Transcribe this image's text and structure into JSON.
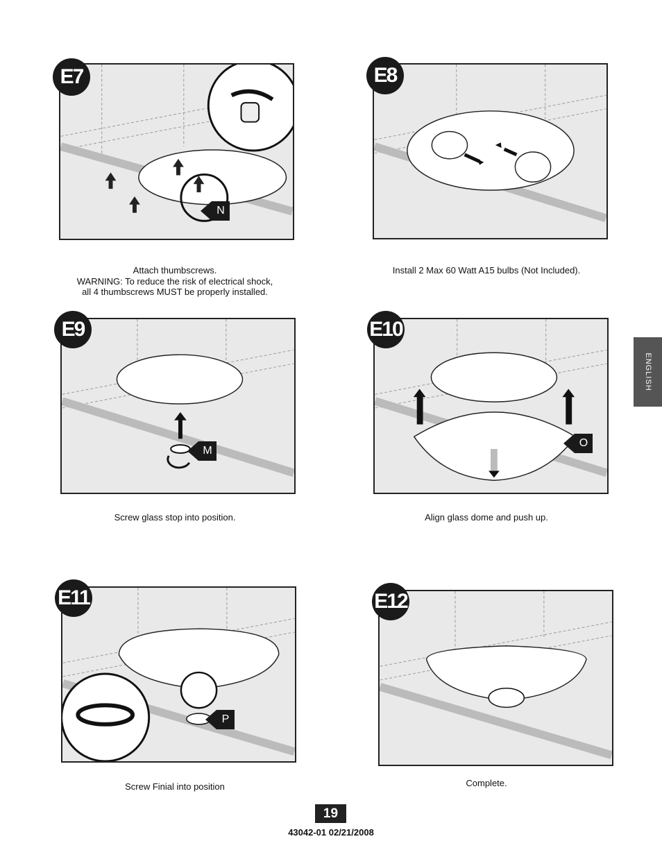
{
  "steps": [
    {
      "label": "E7",
      "caption_lines": [
        "Attach thumbscrews.",
        "WARNING: To reduce the risk of electrical shock,",
        "all 4 thumbscrews MUST be properly installed."
      ],
      "part_tag": "N"
    },
    {
      "label": "E8",
      "caption_lines": [
        "Install 2 Max 60 Watt  A15 bulbs (Not Included)."
      ],
      "part_tag": ""
    },
    {
      "label": "E9",
      "caption_lines": [
        "Screw glass stop into position."
      ],
      "part_tag": "M"
    },
    {
      "label": "E10",
      "caption_lines": [
        "Align glass dome and push up."
      ],
      "part_tag": "O"
    },
    {
      "label": "E11",
      "caption_lines": [
        "Screw Finial into position"
      ],
      "part_tag": "P"
    },
    {
      "label": "E12",
      "caption_lines": [
        "Complete."
      ],
      "part_tag": ""
    }
  ],
  "side_tab": "ENGLISH",
  "page_number": "19",
  "footer": "43042-01  02/21/2008",
  "colors": {
    "ink": "#1a1a1a",
    "panel_bg": "#e9e9e9",
    "tab_bg": "#555555"
  }
}
